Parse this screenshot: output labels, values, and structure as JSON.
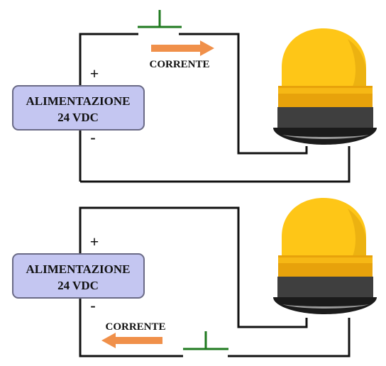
{
  "colors": {
    "wire": "#111111",
    "switch": "#1f7a1f",
    "arrow": "#f0904a",
    "supply_fill": "#c4c6f1",
    "supply_stroke": "#6a6a86",
    "lamp_dome": "#fec617",
    "lamp_band": "#e7a20b",
    "lamp_base": "#3f3f3f"
  },
  "top_circuit": {
    "supply_line1": "ALIMENTAZIONE",
    "supply_line2": "24 VDC",
    "plus_sign": "+",
    "minus_sign": "-",
    "current_label": "CORRENTE",
    "current_direction": "right",
    "switch_state": "open",
    "icons": [
      "pushbutton-switch-icon",
      "arrow-right-icon",
      "warning-beacon-icon"
    ]
  },
  "bottom_circuit": {
    "supply_line1": "ALIMENTAZIONE",
    "supply_line2": "24 VDC",
    "plus_sign": "+",
    "minus_sign": "-",
    "current_label": "CORRENTE",
    "current_direction": "left",
    "switch_state": "open",
    "icons": [
      "pushbutton-switch-icon",
      "arrow-left-icon",
      "warning-beacon-icon"
    ]
  }
}
